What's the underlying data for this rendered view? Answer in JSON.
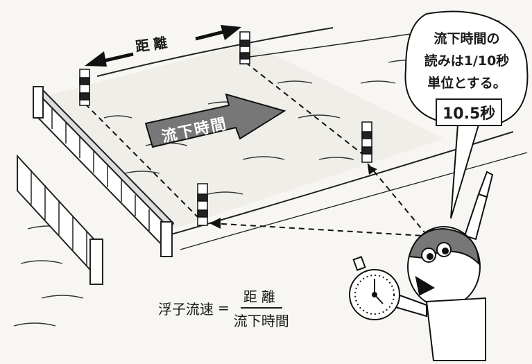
{
  "labels": {
    "distance": "距離",
    "flow_arrow": "流下時間"
  },
  "bubble": {
    "line1": "流下時間の",
    "line2": "読みは1/10秒",
    "line3": "単位とする。",
    "example_time": "10.5秒"
  },
  "formula": {
    "lhs": "浮子流速",
    "eq": "=",
    "numerator": "距離",
    "denominator": "流下時間"
  }
}
